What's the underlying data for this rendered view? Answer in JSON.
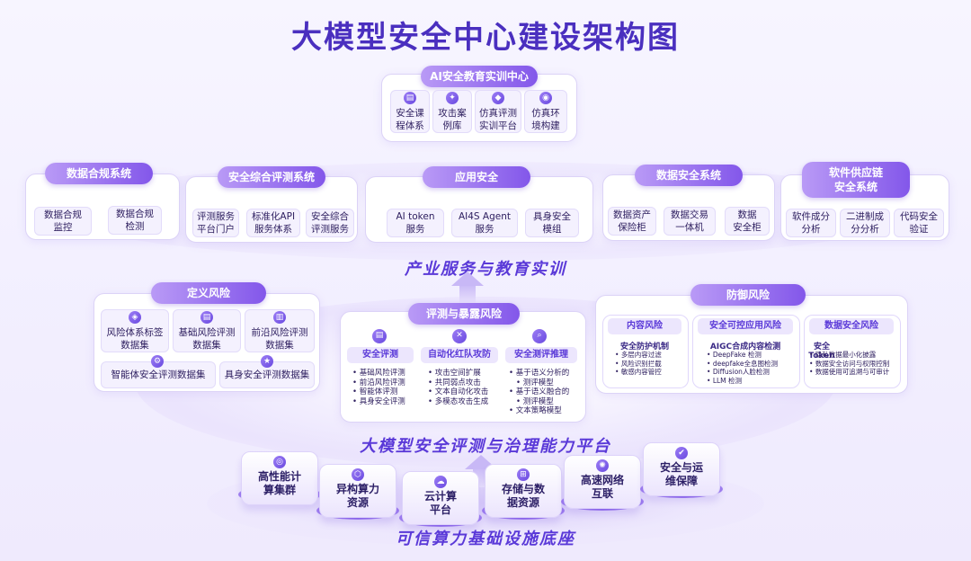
{
  "title": "大模型安全中心建设架构图",
  "edu": {
    "label": "AI安全教育实训中心",
    "items": [
      {
        "l1": "安全课",
        "l2": "程体系",
        "icon": "book-icon"
      },
      {
        "l1": "攻击案",
        "l2": "例库",
        "icon": "case-icon"
      },
      {
        "l1": "仿真评测",
        "l2": "实训平台",
        "icon": "platform-icon"
      },
      {
        "l1": "仿真环",
        "l2": "境构建",
        "icon": "env-icon"
      }
    ]
  },
  "systems": [
    {
      "label": "数据合规系统",
      "items": [
        {
          "l1": "数据合规",
          "l2": "监控"
        },
        {
          "l1": "数据合规",
          "l2": "检测"
        }
      ]
    },
    {
      "label": "安全综合评测系统",
      "items": [
        {
          "l1": "评测服务",
          "l2": "平台门户"
        },
        {
          "l1": "标准化API",
          "l2": "服务体系"
        },
        {
          "l1": "安全综合",
          "l2": "评测服务"
        }
      ]
    },
    {
      "label": "应用安全",
      "items": [
        {
          "l1": "AI token",
          "l2": "服务"
        },
        {
          "l1": "AI4S Agent",
          "l2": "服务"
        },
        {
          "l1": "具身安全",
          "l2": "模组"
        }
      ]
    },
    {
      "label": "数据安全系统",
      "items": [
        {
          "l1": "数据资产",
          "l2": "保险柜"
        },
        {
          "l1": "数据交易",
          "l2": "一体机"
        },
        {
          "l1": "数据",
          "l2": "安全柜"
        }
      ]
    },
    {
      "label": "软件供应链",
      "label2": "安全系统",
      "items": [
        {
          "l1": "软件成分",
          "l2": "分析"
        },
        {
          "l1": "二进制成",
          "l2": "分分析"
        },
        {
          "l1": "代码安全",
          "l2": "验证"
        }
      ]
    }
  ],
  "banner1": "产业服务与教育实训",
  "define_risk": {
    "label": "定义风险",
    "items": [
      {
        "l1": "风险体系标签",
        "l2": "数据集"
      },
      {
        "l1": "基础风险评测",
        "l2": "数据集"
      },
      {
        "l1": "前沿风险评测",
        "l2": "数据集"
      }
    ],
    "wide": [
      "智能体安全评测数据集",
      "具身安全评测数据集"
    ]
  },
  "eval_risk": {
    "label": "评测与暴露风险",
    "cols": [
      {
        "label": "安全评测",
        "bullets": [
          "基础风险评测",
          "前沿风险评测",
          "智能体评测",
          "具身安全评测"
        ]
      },
      {
        "label": "自动化红队攻防",
        "bullets": [
          "攻击空间扩展",
          "共同弱点攻击",
          "文本自动化攻击",
          "多模态攻击生成"
        ]
      },
      {
        "label": "安全测评推理",
        "bullets": [
          "基于语义分析的",
          "测评模型",
          "基于语义融合的",
          "测评模型",
          "文本策略模型"
        ]
      }
    ]
  },
  "defend_risk": {
    "label": "防御风险",
    "cols": [
      {
        "label": "内容风险",
        "head": "安全防护机制",
        "bullets": [
          "多层内容过滤",
          "风险识别拦截",
          "敏感内容管控"
        ]
      },
      {
        "label": "安全可控应用风险",
        "head": "AIGC合成内容检测",
        "bullets": [
          "DeepFake 检测",
          "deepfake全息图检测",
          "Diffusion人脸检测",
          "LLM 检测"
        ]
      },
      {
        "label": "数据安全风险",
        "head": "安全Token",
        "bullets": [
          "隐私数据最小化披露",
          "数据安全访问与权限控制",
          "数据使用可追溯与可审计"
        ]
      }
    ]
  },
  "banner2": "大模型安全评测与治理能力平台",
  "infra": [
    {
      "l1": "高性能计",
      "l2": "算集群"
    },
    {
      "l1": "异构算力",
      "l2": "资源"
    },
    {
      "l1": "云计算",
      "l2": "平台"
    },
    {
      "l1": "存储与数",
      "l2": "据资源"
    },
    {
      "l1": "高速网络",
      "l2": "互联"
    },
    {
      "l1": "安全与运",
      "l2": "维保障"
    }
  ],
  "banner3": "可信算力基础设施底座",
  "colors": {
    "accent": "#8357ea",
    "title": "#4a2fbf"
  }
}
